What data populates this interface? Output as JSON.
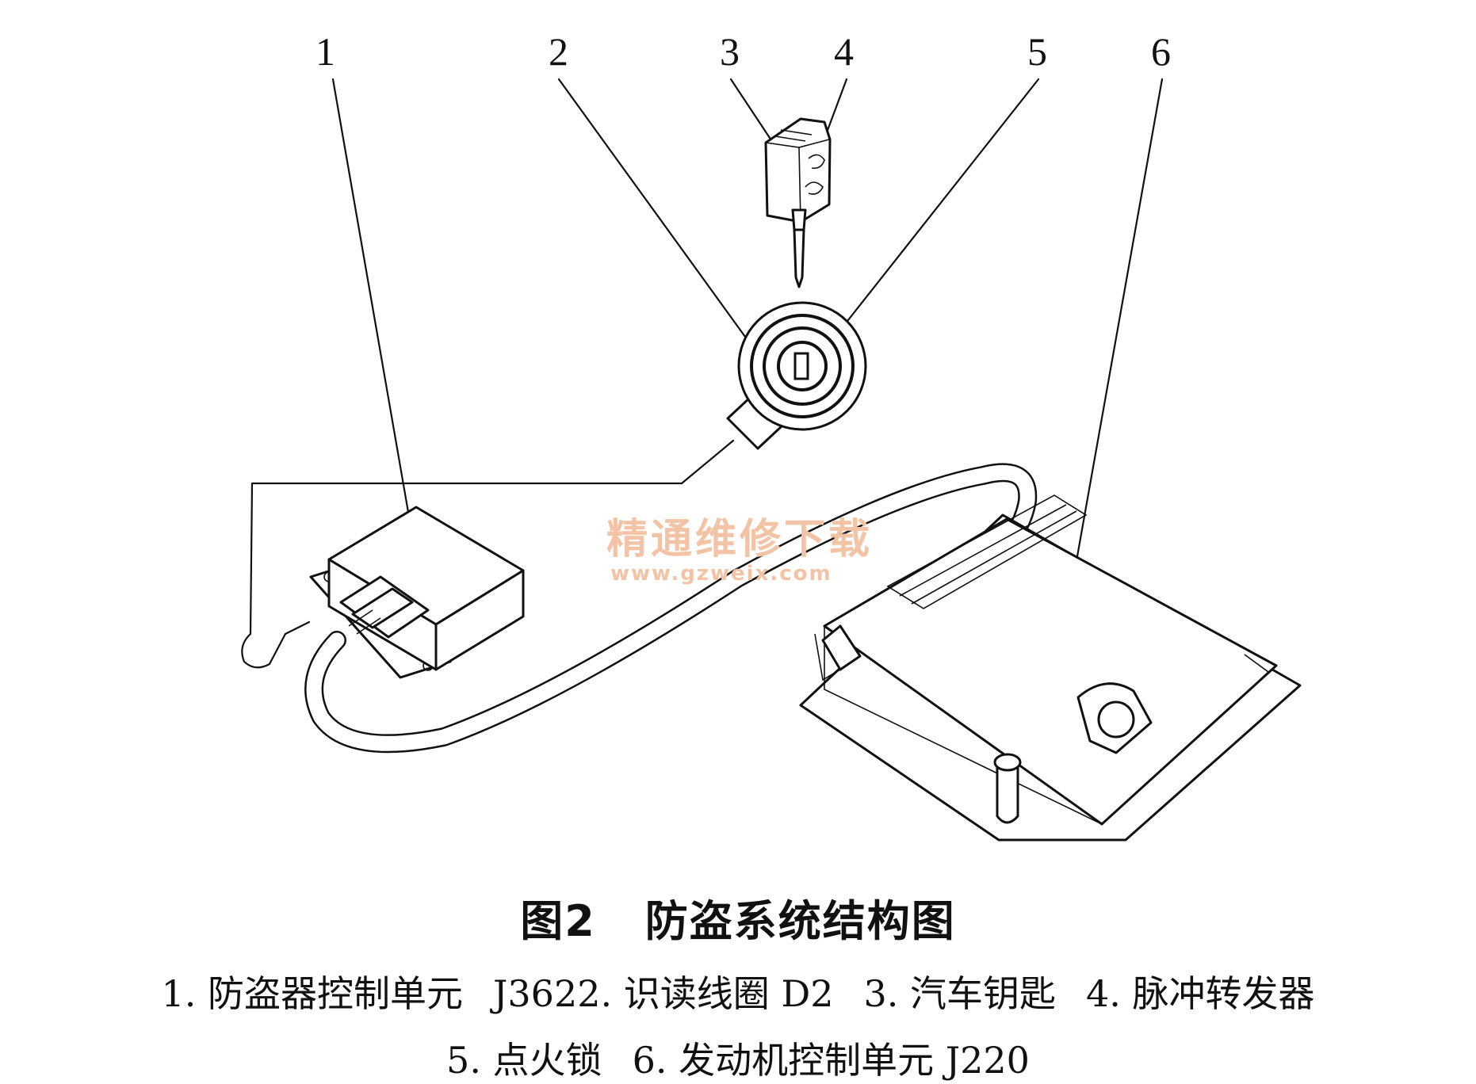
{
  "callouts": [
    "1",
    "2",
    "3",
    "4",
    "5",
    "6"
  ],
  "watermark": {
    "chinese": "精通维修下载",
    "url": "www.gzweix.com"
  },
  "caption": {
    "figure_label": "图2",
    "title": "防盗系统结构图"
  },
  "legend": {
    "line1": [
      "1. 防盗器控制单元",
      "J3622. 识读线圈 D2",
      "3. 汽车钥匙",
      "4. 脉冲转发器"
    ],
    "line2": [
      "5. 点火锁",
      "6. 发动机控制单元 J220"
    ]
  }
}
